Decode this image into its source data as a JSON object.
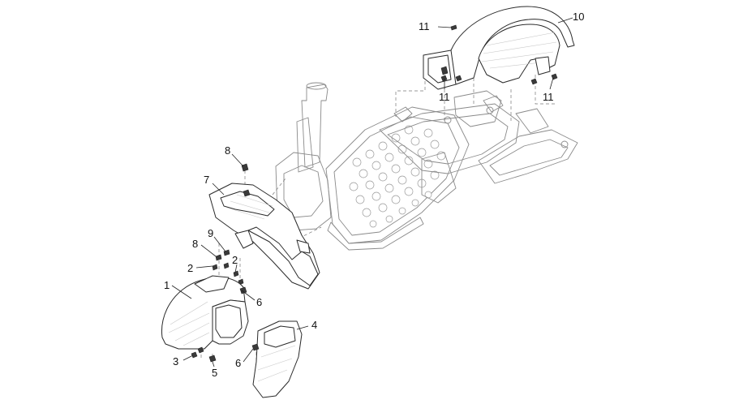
{
  "diagram": {
    "callouts": [
      {
        "id": "c1",
        "label": "1"
      },
      {
        "id": "c2a",
        "label": "2"
      },
      {
        "id": "c2b",
        "label": "2"
      },
      {
        "id": "c3",
        "label": "3"
      },
      {
        "id": "c4",
        "label": "4"
      },
      {
        "id": "c5",
        "label": "5"
      },
      {
        "id": "c6a",
        "label": "6"
      },
      {
        "id": "c6b",
        "label": "6"
      },
      {
        "id": "c7",
        "label": "7"
      },
      {
        "id": "c8a",
        "label": "8"
      },
      {
        "id": "c8b",
        "label": "8"
      },
      {
        "id": "c9",
        "label": "9"
      },
      {
        "id": "c10",
        "label": "10"
      },
      {
        "id": "c11a",
        "label": "11"
      },
      {
        "id": "c11b",
        "label": "11"
      },
      {
        "id": "c11c",
        "label": "11"
      }
    ],
    "colors": {
      "line": "#2a2a2a",
      "frame": "#8a8a8a",
      "background": "#ffffff"
    }
  }
}
